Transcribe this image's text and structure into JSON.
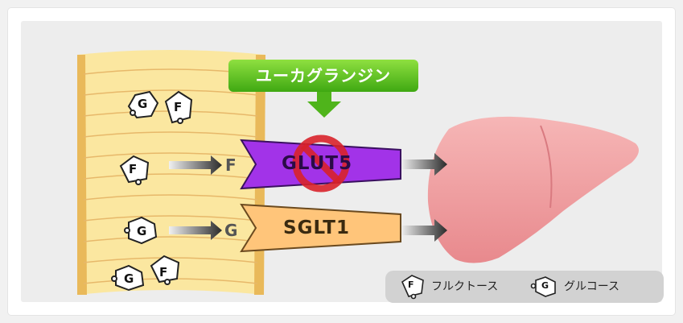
{
  "banner": {
    "label": "ユーカグランジン"
  },
  "transporters": {
    "glut5": {
      "label": "GLUT5",
      "color": "#a233e8",
      "input": "F",
      "blocked": true
    },
    "sglt1": {
      "label": "SGLT1",
      "color": "#ffc57a",
      "input": "G"
    }
  },
  "molecules": {
    "fructose_symbol": "F",
    "glucose_symbol": "G"
  },
  "legend": {
    "fructose": "フルクトース",
    "glucose": "グルコース",
    "fructose_symbol": "F",
    "glucose_symbol": "G"
  },
  "colors": {
    "intestine": "#fbe7a0",
    "intestine_edge": "#e9b95a",
    "liver": "#f2a0a2",
    "banner": "#5cbf1b",
    "block": "#d8222a"
  }
}
